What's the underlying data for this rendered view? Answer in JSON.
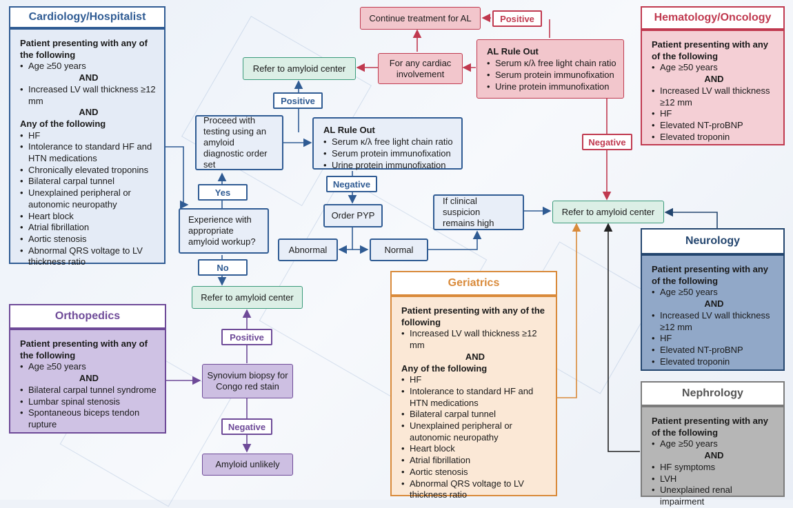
{
  "colors": {
    "cardiology": "#2f5b93",
    "hematology": "#c0394f",
    "orthopedics": "#6e4a98",
    "geriatrics": "#d98a3a",
    "neurology": "#23456e",
    "nephrology": "#7b7b7b",
    "refer_green": "#3a9a7a"
  },
  "cardiology": {
    "title": "Cardiology/Hospitalist",
    "heading1": "Patient presenting with any of the following",
    "item_age": "Age ≥50 years",
    "and1": "AND",
    "item_lv": "Increased LV wall thickness ≥12 mm",
    "and2": "AND",
    "heading2": "Any of the following",
    "items": [
      "HF",
      "Intolerance to standard HF and HTN medications",
      "Chronically elevated troponins",
      "Bilateral carpal tunnel",
      "Unexplained peripheral or autonomic neuropathy",
      "Heart block",
      "Atrial fibrillation",
      "Aortic stenosis",
      "Abnormal QRS voltage to LV thickness ratio"
    ]
  },
  "hematology": {
    "title": "Hematology/Oncology",
    "heading": "Patient presenting with any of the following",
    "item_age": "Age ≥50 years",
    "and": "AND",
    "items": [
      "Increased LV wall thickness ≥12 mm",
      "HF",
      "Elevated NT-proBNP",
      "Elevated troponin"
    ]
  },
  "orthopedics": {
    "title": "Orthopedics",
    "heading": "Patient presenting with any of the following",
    "item_age": "Age ≥50 years",
    "and": "AND",
    "items": [
      "Bilateral carpal tunnel syndrome",
      "Lumbar spinal stenosis",
      "Spontaneous biceps tendon rupture"
    ]
  },
  "geriatrics": {
    "title": "Geriatrics",
    "heading1": "Patient presenting with any of the following",
    "item_lv": "Increased LV wall thickness ≥12 mm",
    "and": "AND",
    "heading2": "Any of the following",
    "items": [
      "HF",
      "Intolerance to standard HF and HTN medications",
      "Bilateral carpal tunnel",
      "Unexplained peripheral or autonomic neuropathy",
      "Heart block",
      "Atrial fibrillation",
      "Aortic stenosis",
      "Abnormal QRS voltage to LV thickness ratio"
    ]
  },
  "neurology": {
    "title": "Neurology",
    "heading": "Patient presenting with any of the following",
    "item_age": "Age ≥50 years",
    "and": "AND",
    "items": [
      "Increased LV wall thickness ≥12 mm",
      "HF",
      "Elevated NT-proBNP",
      "Elevated troponin"
    ]
  },
  "nephrology": {
    "title": "Nephrology",
    "heading": "Patient presenting with any of the following",
    "item_age": "Age ≥50 years",
    "and": "AND",
    "items": [
      "HF symptoms",
      "LVH",
      "Unexplained renal impairment"
    ]
  },
  "flow": {
    "proceed": "Proceed with testing using an amyloid diagnostic order set",
    "experience": "Experience with appropriate amyloid workup?",
    "yes": "Yes",
    "no": "No",
    "positive": "Positive",
    "negative": "Negative",
    "refer": "Refer to amyloid center",
    "al_rule_out_title": "AL Rule Out",
    "al_rule_out_items": [
      "Serum κ/λ free light chain ratio",
      "Serum protein immunofixation",
      "Urine protein immunofixation"
    ],
    "order_pyp": "Order PYP",
    "abnormal": "Abnormal",
    "normal": "Normal",
    "clinical_suspicion": "If clinical suspicion remains high",
    "for_cardiac": "For any cardiac involvement",
    "continue_al": "Continue treatment for AL",
    "synovium": "Synovium biopsy for Congo red stain",
    "amyloid_unlikely": "Amyloid unlikely"
  }
}
